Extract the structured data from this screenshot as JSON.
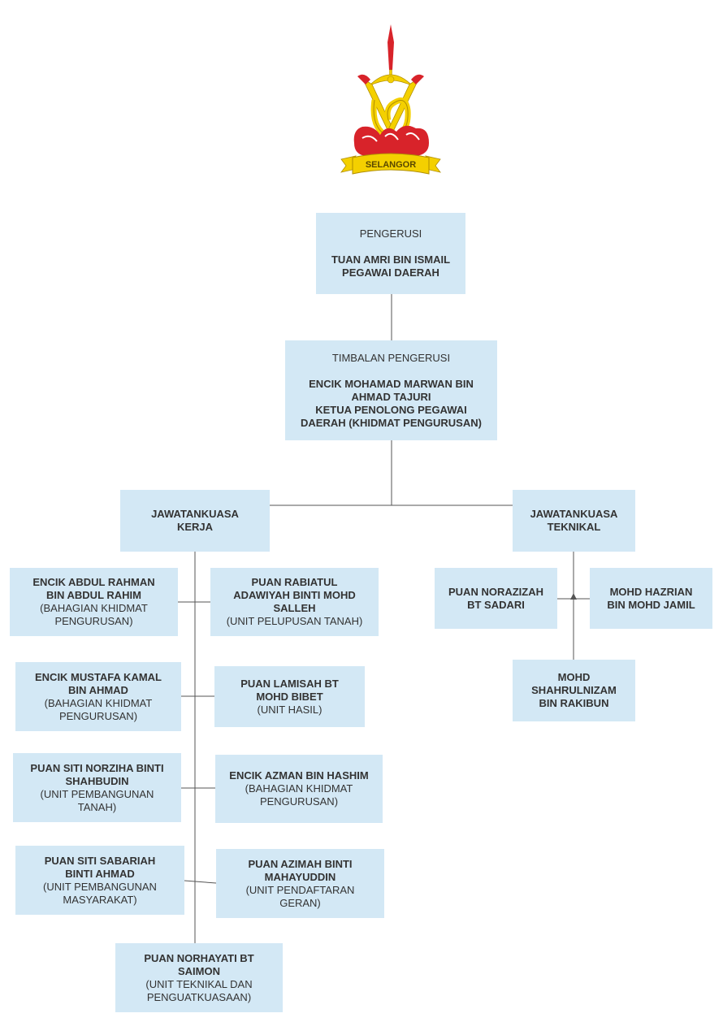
{
  "logo": {
    "label": "SELANGOR"
  },
  "chairman": {
    "role": "PENGERUSI",
    "name": "TUAN AMRI BIN ISMAIL\nPEGAWAI DAERAH"
  },
  "deputy": {
    "role": "TIMBALAN PENGERUSI",
    "name": "ENCIK MOHAMAD MARWAN BIN\nAHMAD TAJURI\nKETUA PENOLONG PEGAWAI\nDAERAH (KHIDMAT PENGURUSAN)"
  },
  "committees": {
    "kerja": {
      "name": "JAWATANKUASA\nKERJA"
    },
    "teknikal": {
      "name": "JAWATANKUASA\nTEKNIKAL"
    }
  },
  "kerja_members": [
    {
      "name": "ENCIK ABDUL RAHMAN\nBIN ABDUL RAHIM",
      "unit": "(BAHAGIAN KHIDMAT\nPENGURUSAN)"
    },
    {
      "name": "PUAN RABIATUL\nADAWIYAH BINTI MOHD\nSALLEH",
      "unit": "(UNIT PELUPUSAN TANAH)"
    },
    {
      "name": "ENCIK MUSTAFA KAMAL\nBIN AHMAD",
      "unit": "(BAHAGIAN KHIDMAT\nPENGURUSAN)"
    },
    {
      "name": "PUAN LAMISAH BT\nMOHD BIBET",
      "unit": "(UNIT HASIL)"
    },
    {
      "name": "PUAN SITI NORZIHA BINTI\nSHAHBUDIN",
      "unit": "(UNIT PEMBANGUNAN\nTANAH)"
    },
    {
      "name": "ENCIK AZMAN BIN HASHIM",
      "unit": "(BAHAGIAN KHIDMAT\nPENGURUSAN)"
    },
    {
      "name": "PUAN SITI SABARIAH\nBINTI AHMAD",
      "unit": "(UNIT PEMBANGUNAN\nMASYARAKAT)"
    },
    {
      "name": "PUAN AZIMAH BINTI\nMAHAYUDDIN",
      "unit": "(UNIT PENDAFTARAN\nGERAN)"
    },
    {
      "name": "PUAN NORHAYATI BT\nSAIMON",
      "unit": "(UNIT TEKNIKAL DAN\nPENGUATKUASAAN)"
    }
  ],
  "teknikal_members": [
    {
      "name": "PUAN NORAZIZAH\nBT SADARI"
    },
    {
      "name": "MOHD HAZRIAN\nBIN MOHD JAMIL"
    },
    {
      "name": "MOHD\nSHAHRULNIZAM\nBIN RAKIBUN"
    }
  ],
  "colors": {
    "box": "#d3e8f5",
    "line": "#555555",
    "text": "#333333"
  }
}
